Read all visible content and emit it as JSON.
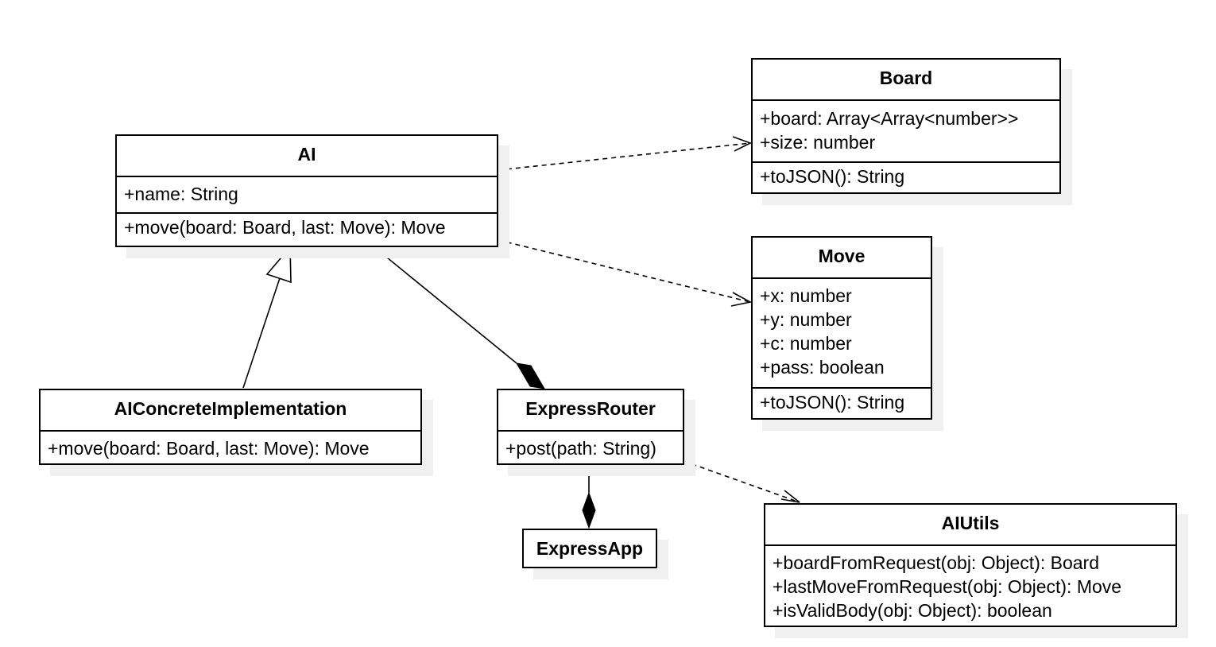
{
  "classes": {
    "ai": {
      "name": "AI",
      "attributes": [
        "+name: String"
      ],
      "methods": [
        "+move(board: Board, last: Move): Move"
      ]
    },
    "board": {
      "name": "Board",
      "attributes": [
        "+board: Array<Array<number>>",
        "+size: number"
      ],
      "methods": [
        "+toJSON(): String"
      ]
    },
    "move": {
      "name": "Move",
      "attributes": [
        "+x: number",
        "+y: number",
        "+c: number",
        "+pass: boolean"
      ],
      "methods": [
        "+toJSON(): String"
      ]
    },
    "ai_concrete": {
      "name": "AIConcreteImplementation",
      "methods": [
        "+move(board: Board, last: Move): Move"
      ]
    },
    "express_router": {
      "name": "ExpressRouter",
      "methods": [
        "+post(path: String)"
      ]
    },
    "express_app": {
      "name": "ExpressApp"
    },
    "ai_utils": {
      "name": "AIUtils",
      "methods": [
        "+boardFromRequest(obj: Object): Board",
        "+lastMoveFromRequest(obj: Object): Move",
        "+isValidBody(obj: Object): boolean"
      ]
    }
  },
  "relations": [
    {
      "type": "dependency",
      "from": "AI",
      "to": "Board"
    },
    {
      "type": "dependency",
      "from": "AI",
      "to": "Move"
    },
    {
      "type": "generalization",
      "from": "AIConcreteImplementation",
      "to": "AI"
    },
    {
      "type": "composition",
      "from": "AI",
      "to": "ExpressRouter"
    },
    {
      "type": "composition",
      "from": "ExpressRouter",
      "to": "ExpressApp"
    },
    {
      "type": "dependency",
      "from": "ExpressRouter",
      "to": "AIUtils"
    }
  ]
}
